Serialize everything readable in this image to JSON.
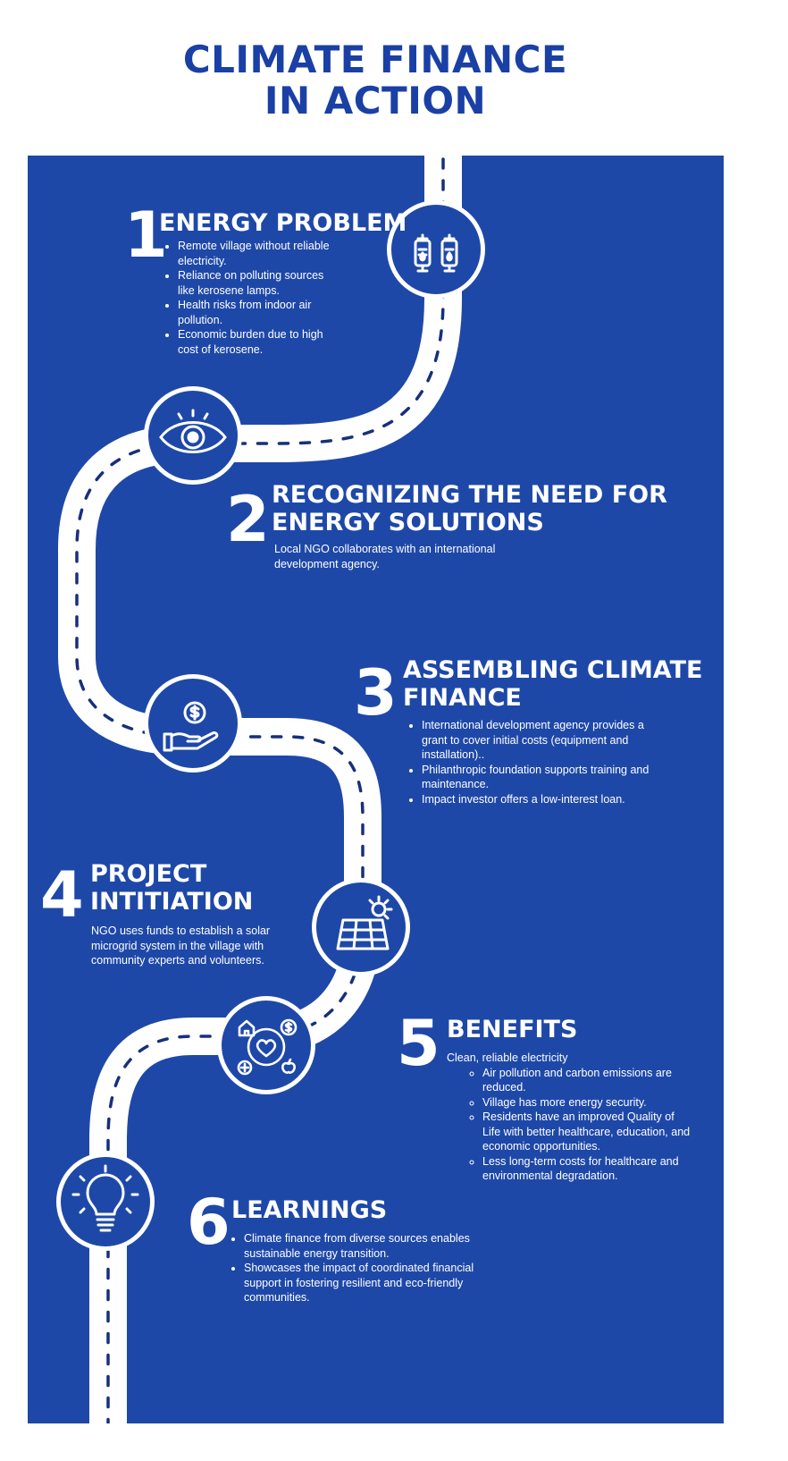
{
  "title": {
    "line1": "CLIMATE FINANCE",
    "line2": "IN ACTION"
  },
  "colors": {
    "panel": "#1e48a8",
    "title": "#1a40a6",
    "road": "#ffffff",
    "dash": "#16307a"
  },
  "steps": [
    {
      "number": "1",
      "heading": [
        "ENERGY PROBLEM"
      ],
      "icon": "kerosene-lamps-icon",
      "bullets": [
        "Remote village without reliable electricity.",
        "Reliance on polluting sources like kerosene lamps.",
        "Health risks from indoor air pollution.",
        "Economic burden due to high cost of kerosene."
      ]
    },
    {
      "number": "2",
      "heading": [
        "RECOGNIZING THE NEED FOR",
        "ENERGY SOLUTIONS"
      ],
      "icon": "eye-icon",
      "text": "Local NGO collaborates with an international development agency."
    },
    {
      "number": "3",
      "heading": [
        "ASSEMBLING CLIMATE",
        "FINANCE"
      ],
      "icon": "hand-coin-icon",
      "bullets": [
        " International development agency provides a grant to cover initial costs (equipment and installation)..",
        "Philanthropic foundation supports training and maintenance.",
        "Impact investor offers a low-interest loan."
      ]
    },
    {
      "number": "4",
      "heading": [
        "PROJECT",
        "INTITIATION"
      ],
      "icon": "solar-panel-icon",
      "text": "NGO uses funds to establish a solar microgrid system in the village with community experts and volunteers."
    },
    {
      "number": "5",
      "heading": [
        "BENEFITS"
      ],
      "icon": "community-benefits-icon",
      "intro": "Clean, reliable electricity",
      "bullets": [
        "Air pollution and carbon emissions are reduced.",
        "Village has more energy security.",
        "Residents have an improved Quality of Life with  better healthcare, education, and economic opportunities.",
        "Less long-term costs for healthcare and environmental degradation."
      ]
    },
    {
      "number": "6",
      "heading": [
        "LEARNINGS"
      ],
      "icon": "lightbulb-icon",
      "bullets": [
        "Climate finance from diverse sources enables sustainable energy transition.",
        "Showcases the impact of coordinated financial support in fostering resilient and eco-friendly communities."
      ]
    }
  ]
}
